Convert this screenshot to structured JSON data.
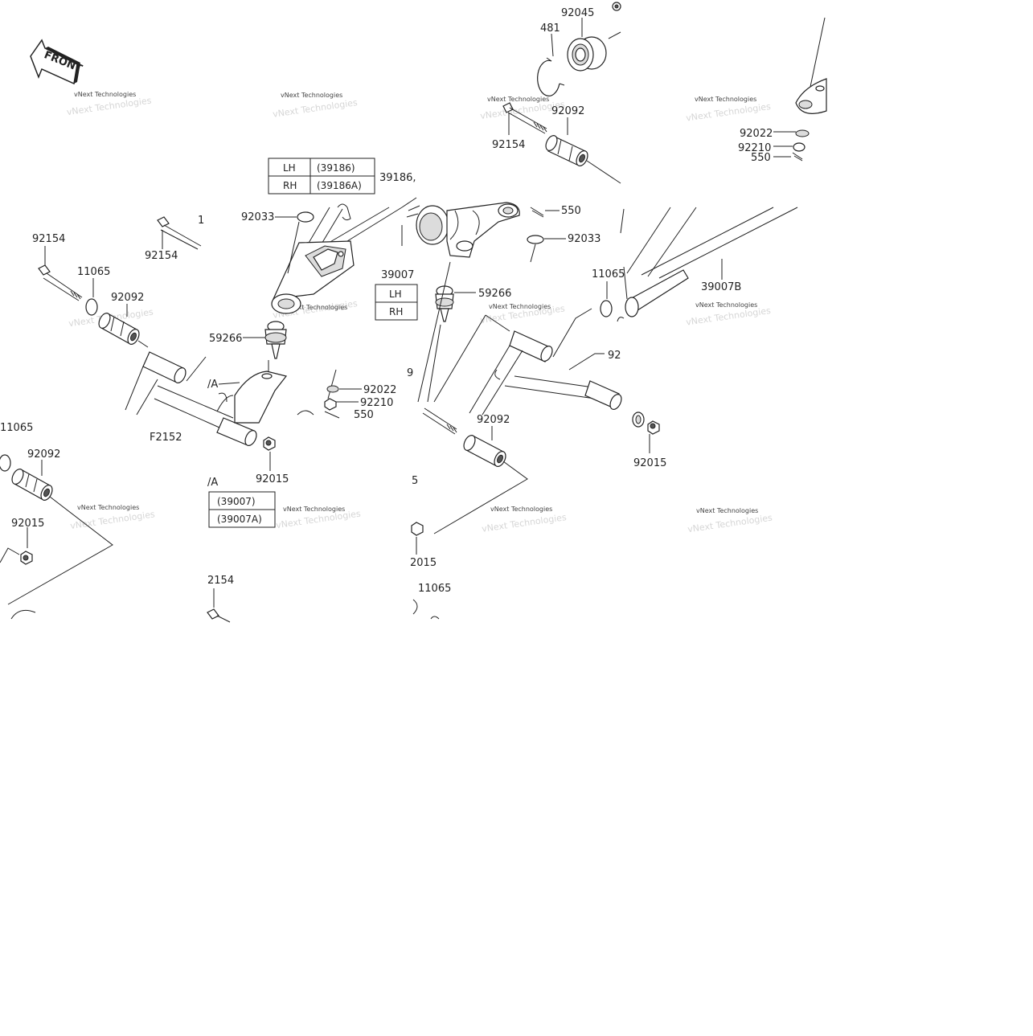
{
  "diagram": {
    "front_label": "FRONT",
    "figure_code": "F2152",
    "watermark_text": "vNext Technologies",
    "labels": {
      "l_92045": "92045",
      "l_481": "481",
      "l_92092_top": "92092",
      "l_92154_top": "92154",
      "l_92022_tr": "92022",
      "l_92210_tr": "92210",
      "l_550_tr": "550",
      "l_39186": "39186,",
      "l_92154_a": "92154",
      "l_92154_b": "92154",
      "l_1_partial": "1",
      "l_92033_l": "92033",
      "l_550_mid": "550",
      "l_92033_r": "92033",
      "l_39007": "39007",
      "l_39007B": "39007B",
      "l_11065_a": "11065",
      "l_11065_r": "11065",
      "l_92092_a": "92092",
      "l_59266_l": "59266",
      "l_59266_r": "59266",
      "l_A1": "/A",
      "l_92022_mid": "92022",
      "l_92210_mid": "92210",
      "l_550_partial": "550",
      "l_9_partial": "9",
      "l_92_partial": "92",
      "l_11065_left": "11065",
      "l_92092_left": "92092",
      "l_92015_left": "92015",
      "l_92015_mid": "92015",
      "l_A2": "/A",
      "l_92092_b": "92092",
      "l_92015_r": "92015",
      "l_5_partial": "5",
      "l_2015_partial": "2015",
      "l_2154_partial": "2154",
      "l_11065_bot": "11065"
    },
    "tables": {
      "knuckle": {
        "rows": [
          {
            "side": "LH",
            "part": "(39186)"
          },
          {
            "side": "RH",
            "part": "(39186A)"
          }
        ]
      },
      "arm_small": {
        "rows": [
          {
            "side": "LH"
          },
          {
            "side": "RH"
          }
        ]
      },
      "arm_lower": {
        "rows": [
          {
            "part": "(39007)"
          },
          {
            "part": "(39007A)"
          }
        ]
      }
    }
  }
}
